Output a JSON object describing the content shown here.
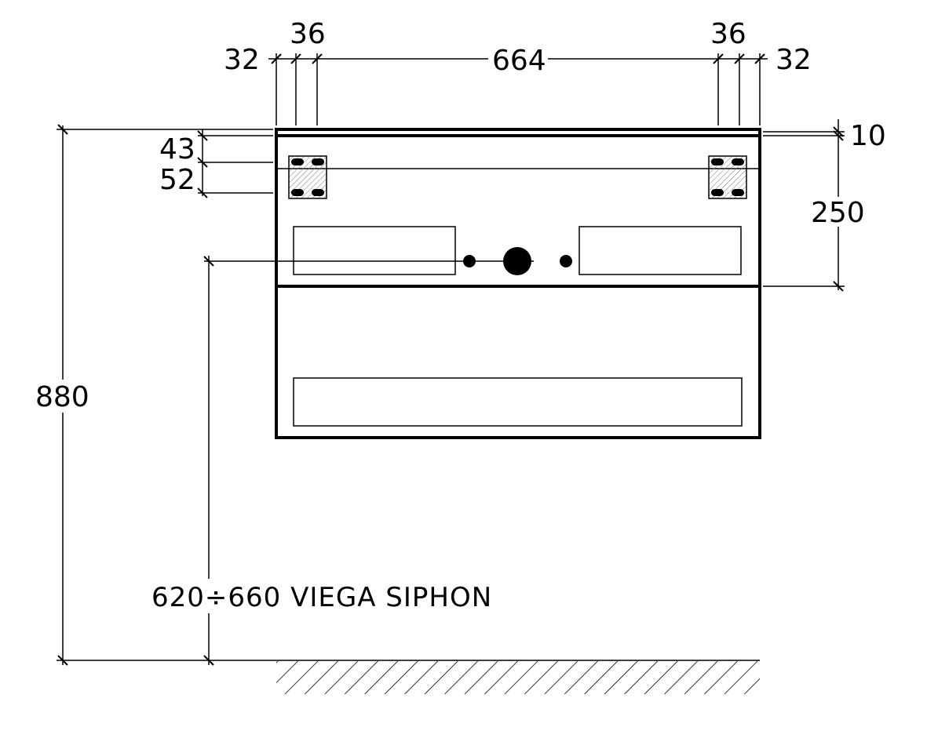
{
  "dimensions": {
    "top_left_edge": "32",
    "top_left_inner": "36",
    "top_span": "664",
    "top_right_inner": "36",
    "top_right_edge": "32",
    "left_43": "43",
    "left_52": "52",
    "right_10": "10",
    "right_250": "250",
    "total_height": "880"
  },
  "note": "620÷660 VIEGA SIPHON"
}
